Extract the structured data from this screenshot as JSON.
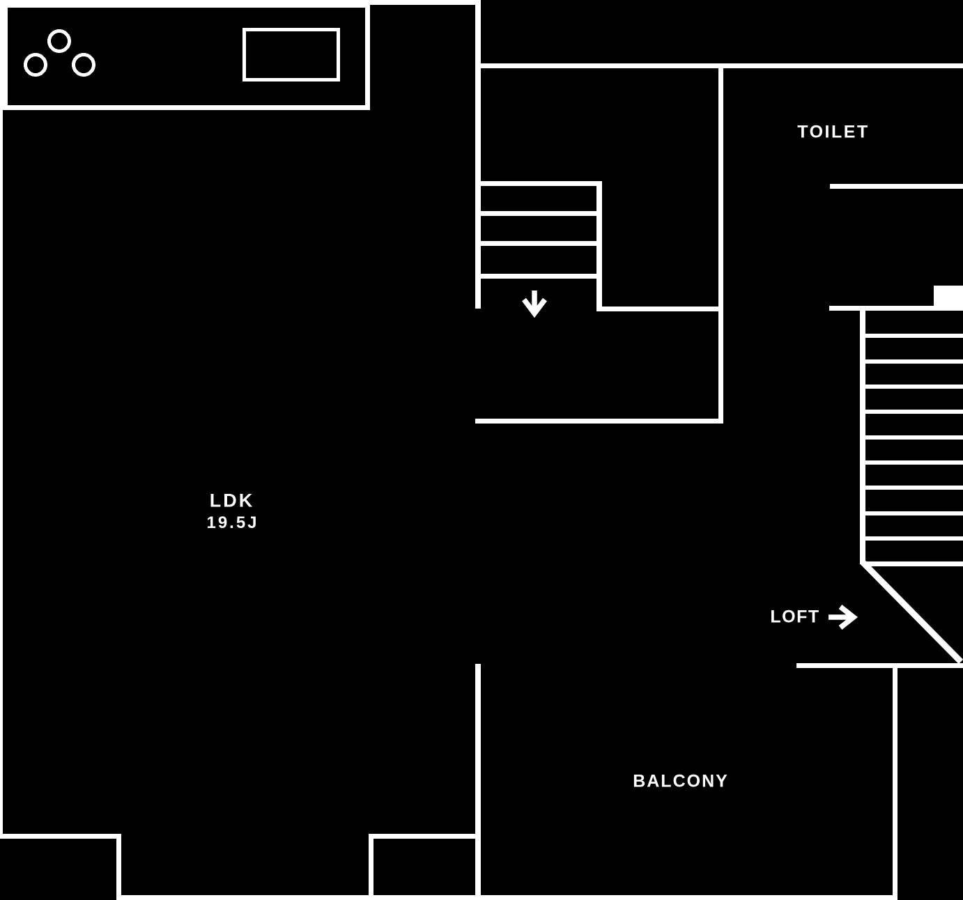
{
  "colors": {
    "background": "#000000",
    "line": "#ffffff",
    "text": "#ffffff"
  },
  "labels": {
    "ldk": {
      "name": "LDK",
      "area": "19.5J"
    },
    "toilet": "TOILET",
    "loft": "LOFT",
    "balcony": "BALCONY"
  },
  "icons": {
    "stairs_down_arrow": "down-arrow",
    "loft_direction_arrow": "right-arrow",
    "stove_burners": "three-circles",
    "kitchen_sink": "rectangle-outline"
  }
}
